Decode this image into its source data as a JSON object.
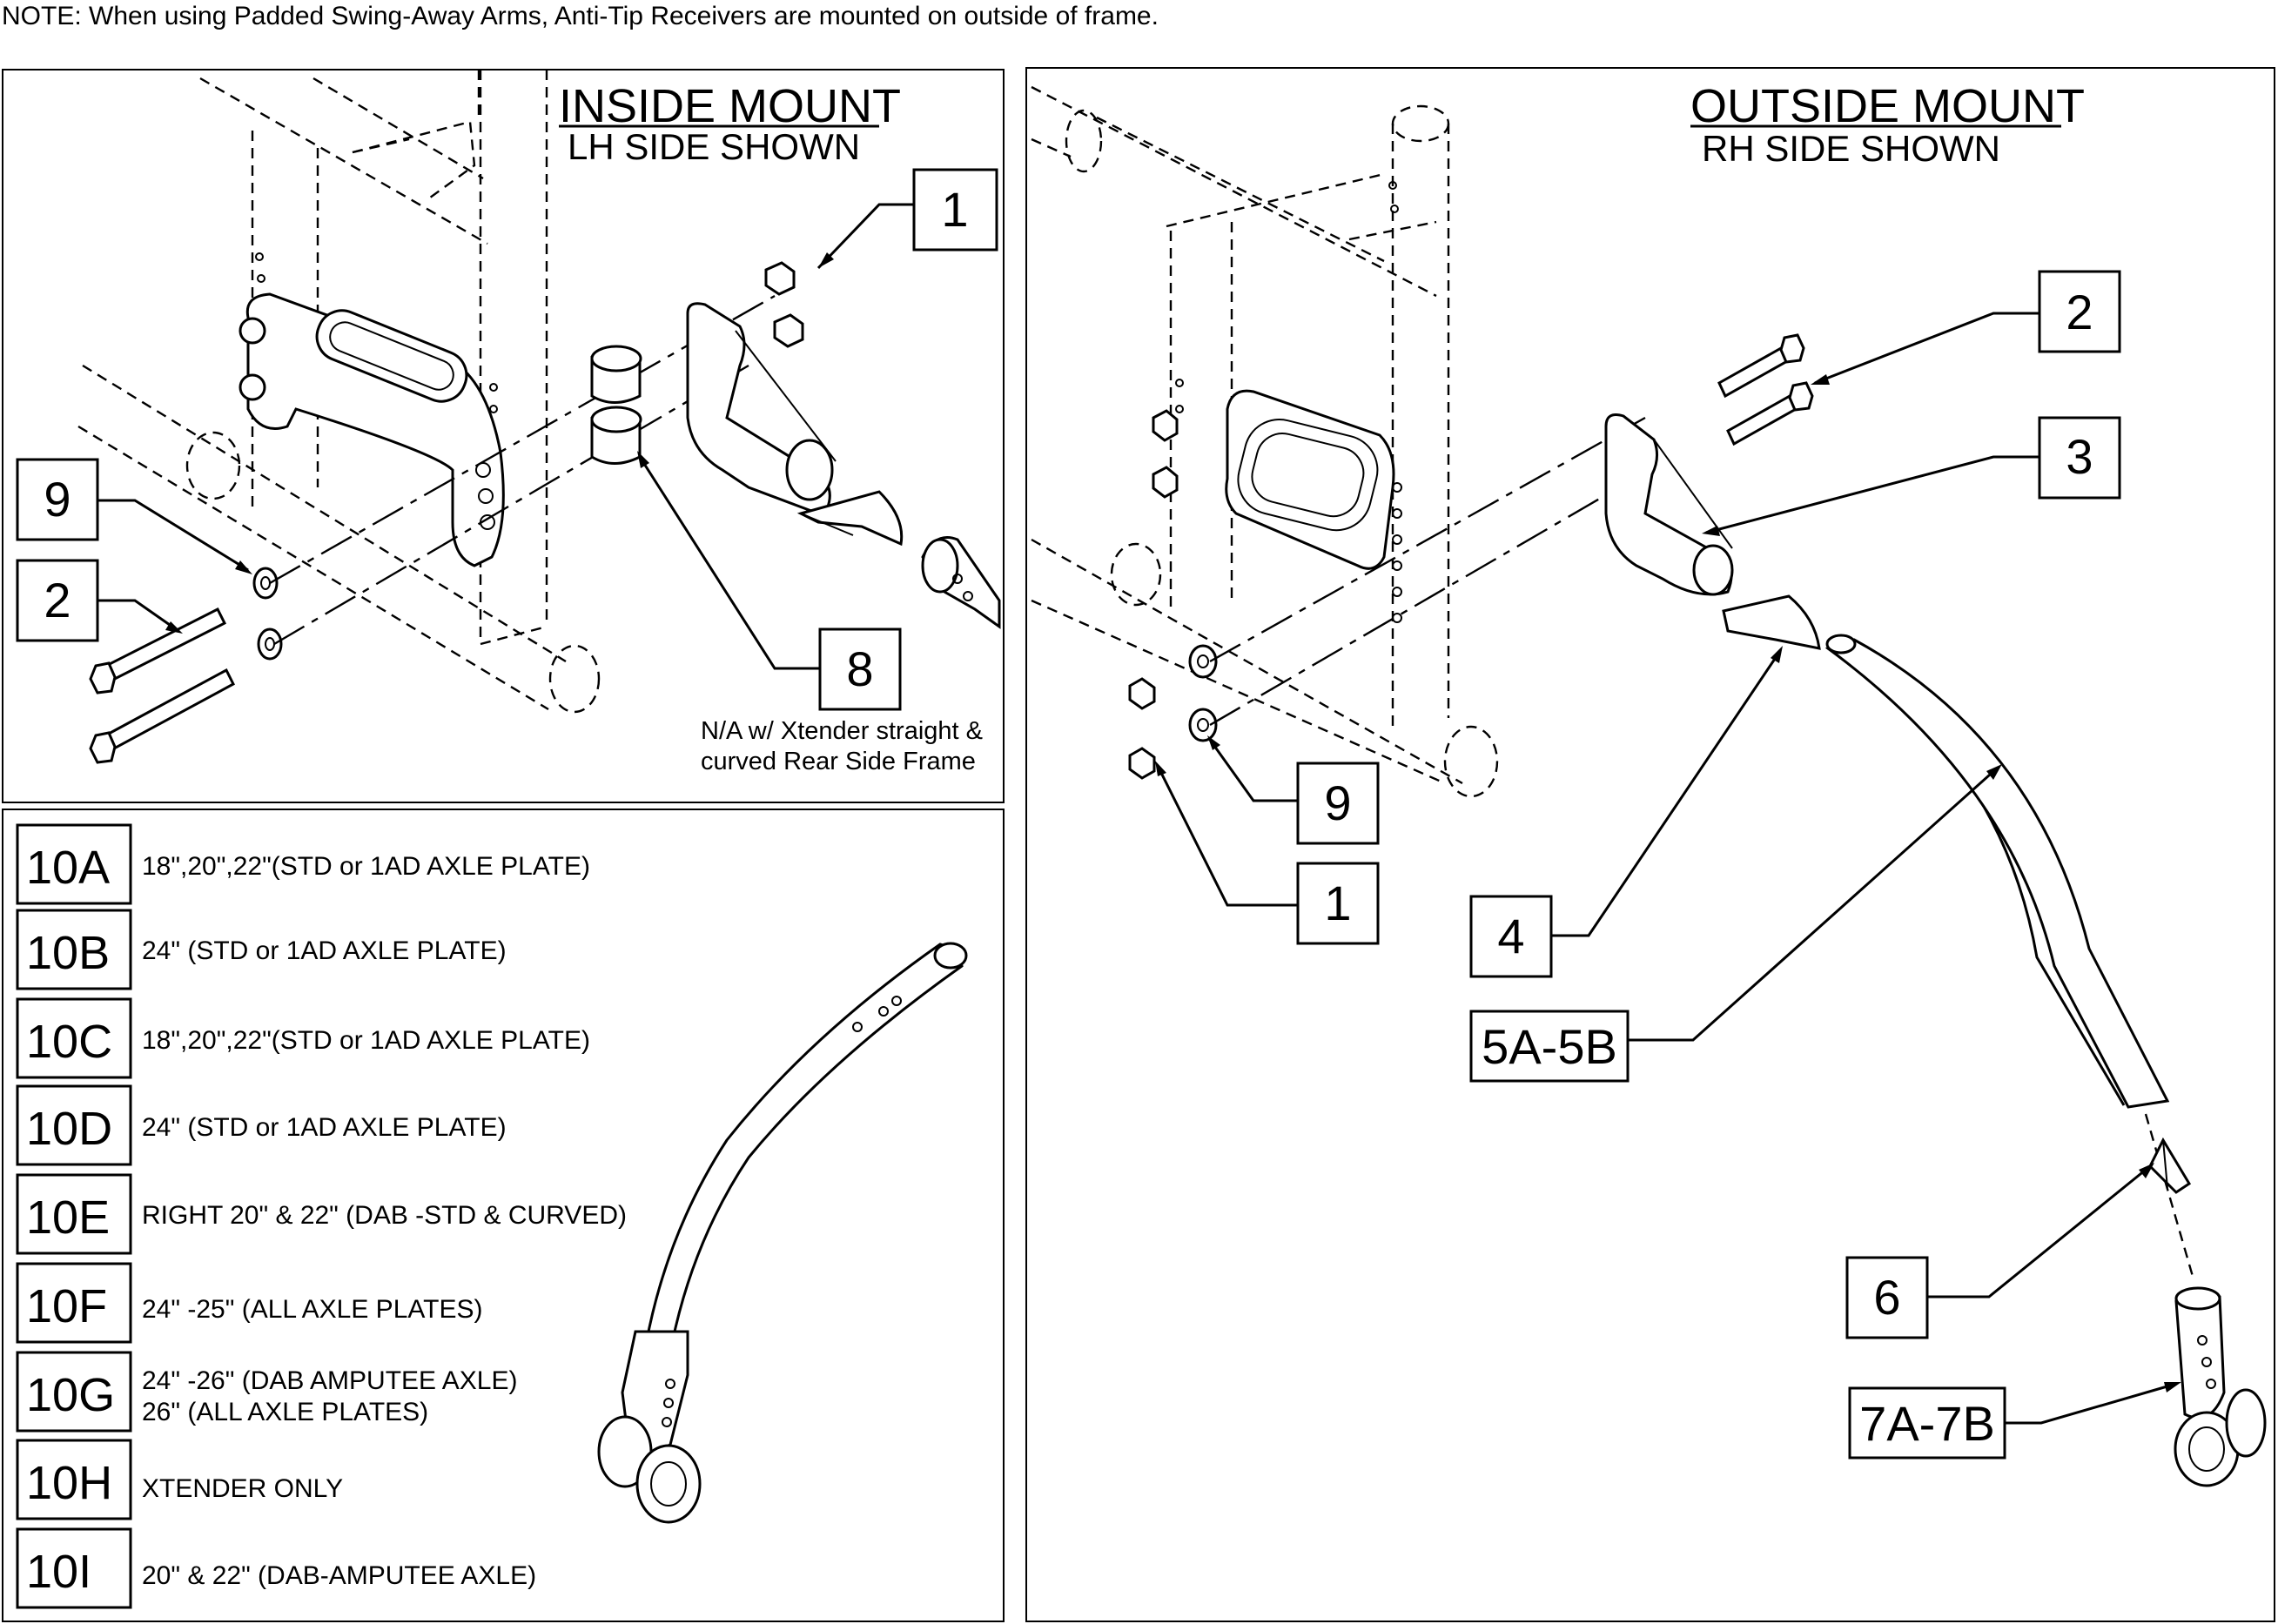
{
  "note": "NOTE: When using Padded Swing-Away Arms, Anti-Tip Receivers are mounted on outside of frame.",
  "inside_mount": {
    "title": "INSIDE MOUNT",
    "subtitle": "LH SIDE SHOWN",
    "callouts": {
      "c1": "1",
      "c2": "2",
      "c8": "8",
      "c9": "9"
    },
    "note_line1": "N/A w/ Xtender straight &",
    "note_line2": "curved Rear Side Frame"
  },
  "outside_mount": {
    "title": "OUTSIDE MOUNT",
    "subtitle": "RH SIDE SHOWN",
    "callouts": {
      "c1": "1",
      "c2": "2",
      "c3": "3",
      "c4": "4",
      "c5": "5A-5B",
      "c6": "6",
      "c7": "7A-7B",
      "c9": "9"
    }
  },
  "tube_options": [
    {
      "code": "10A",
      "desc": "18\",20\",22\"(STD or 1AD AXLE PLATE)"
    },
    {
      "code": "10B",
      "desc": "24\" (STD or 1AD AXLE PLATE)"
    },
    {
      "code": "10C",
      "desc": "18\",20\",22\"(STD or 1AD AXLE PLATE)"
    },
    {
      "code": "10D",
      "desc": "24\" (STD or 1AD AXLE PLATE)"
    },
    {
      "code": "10E",
      "desc": "RIGHT  20\" & 22\" (DAB -STD & CURVED)"
    },
    {
      "code": "10F",
      "desc": " 24\" -25\" (ALL AXLE PLATES)"
    },
    {
      "code": "10G",
      "desc": "24\" -26\" (DAB AMPUTEE AXLE)",
      "desc2": "26\" (ALL AXLE PLATES)"
    },
    {
      "code": "10H",
      "desc": "XTENDER ONLY"
    },
    {
      "code": "10I",
      "desc": "20\" & 22\" (DAB-AMPUTEE AXLE)"
    }
  ]
}
